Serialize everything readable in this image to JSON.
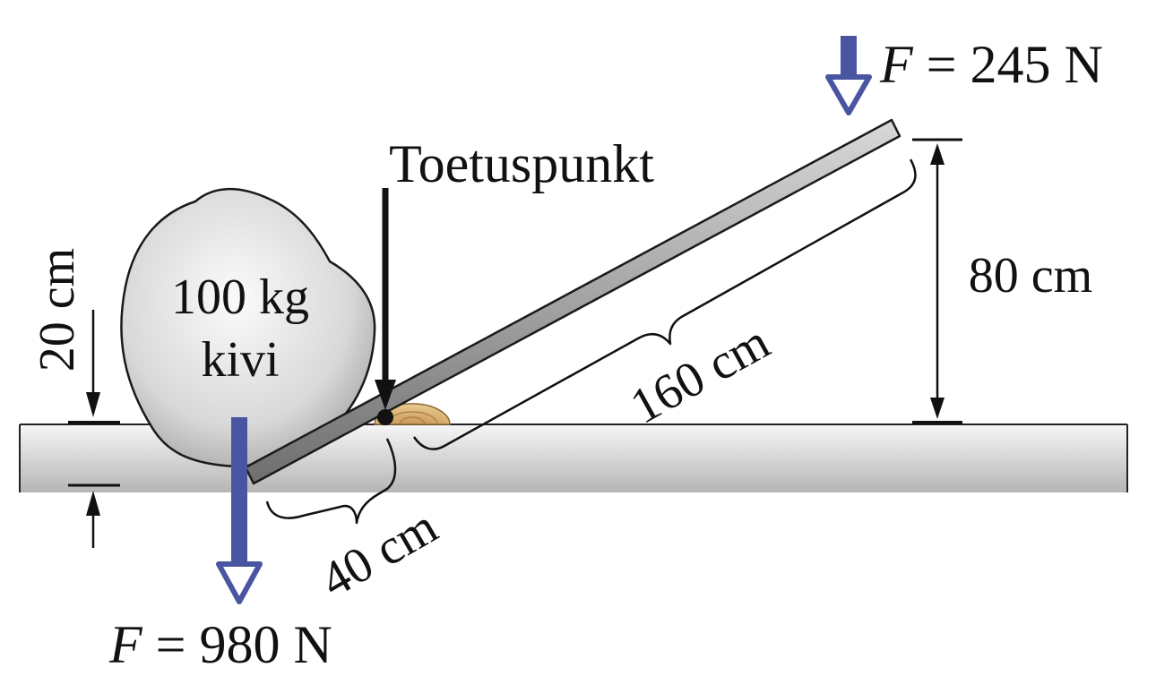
{
  "diagram": {
    "colors": {
      "force_arrow": "#4a55a2",
      "ground_top": "#f4f4f4",
      "ground_bottom": "#b9b9b9",
      "lever": "#8f8f8f",
      "fulcrum": "#d9b27a",
      "stone": "#d7d7d7",
      "ink": "#111111"
    },
    "stone": {
      "mass_line": "100 kg",
      "name_line": "kivi"
    },
    "fulcrum_label": "Toetuspunkt",
    "force_top": {
      "symbol": "F",
      "equals_value": " = 245 N"
    },
    "force_bottom": {
      "symbol": "F",
      "equals_value": " = 980 N"
    },
    "dimensions": {
      "short_arm": "40 cm",
      "long_arm": "160 cm",
      "height": "80 cm",
      "depth": "20 cm"
    }
  }
}
